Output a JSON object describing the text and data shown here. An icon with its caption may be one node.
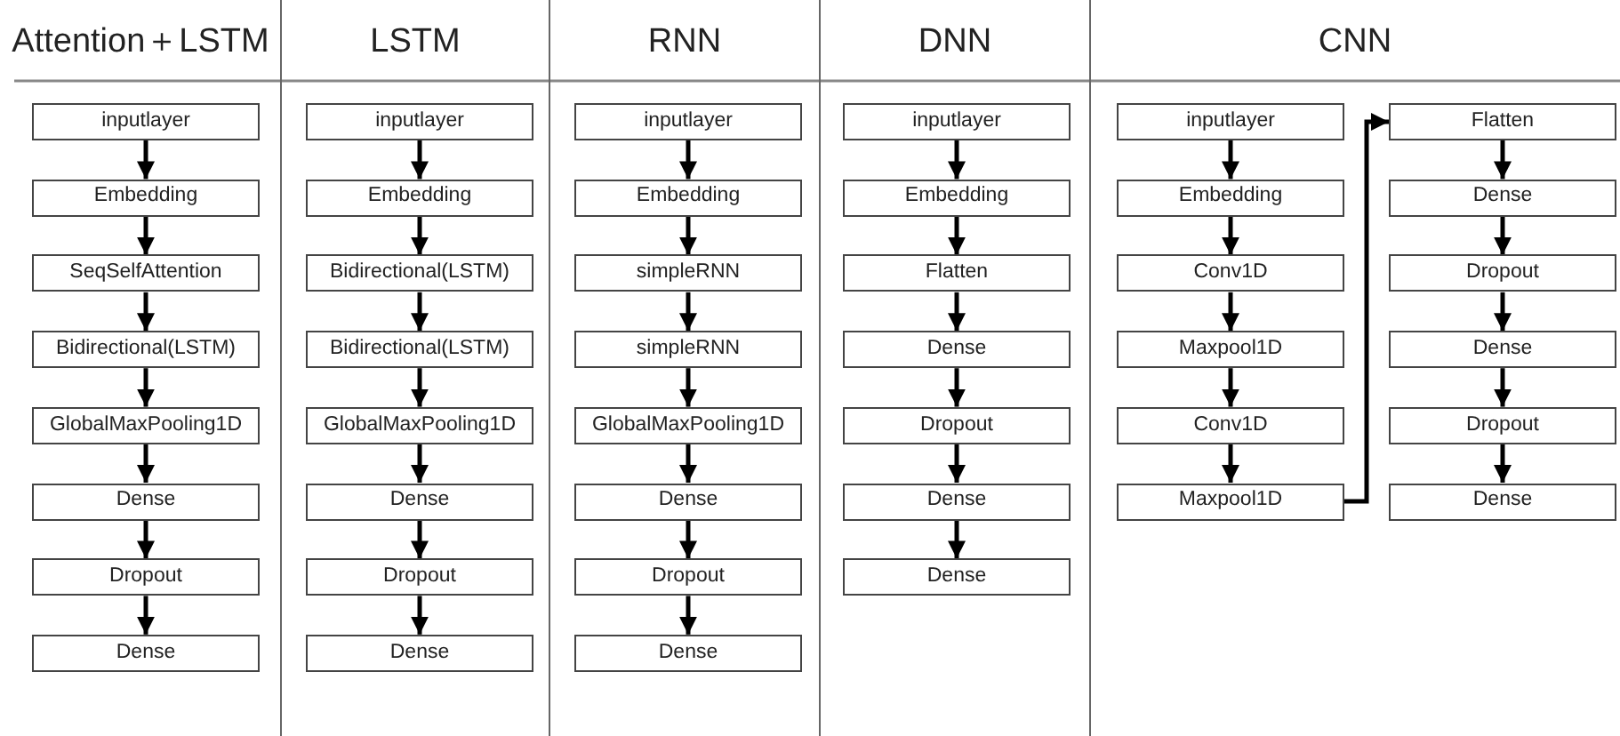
{
  "diagram": {
    "nodes": [
      {
        "text": [
          "inputlayer"
        ]
      },
      {
        "text": [
          "Embedding"
        ]
      },
      {
        "text": [
          "SeqSelfAttention"
        ]
      },
      {
        "text": [
          "Bidirectional(LSTM)"
        ]
      },
      {
        "text": [
          "GlobalMaxPooling1D"
        ]
      },
      {
        "text": [
          "Dense"
        ]
      },
      {
        "text": [
          "Dropout"
        ]
      },
      {
        "text": [
          "Dense"
        ]
      },
      {
        "text": [
          "inputlayer"
        ]
      },
      {
        "text": [
          "Embedding"
        ]
      },
      {
        "text": [
          "Bidirectional(LSTM)"
        ]
      },
      {
        "text": [
          "Bidirectional(LSTM)"
        ]
      },
      {
        "text": [
          "GlobalMaxPooling1D"
        ]
      },
      {
        "text": [
          "Dense"
        ]
      },
      {
        "text": [
          "Dropout"
        ]
      },
      {
        "text": [
          "Dense"
        ]
      },
      {
        "text": [
          "inputlayer"
        ]
      },
      {
        "text": [
          "Embedding"
        ]
      },
      {
        "text": [
          "simpleRNN"
        ]
      },
      {
        "text": [
          "simpleRNN"
        ]
      },
      {
        "text": [
          "GlobalMaxPooling1D"
        ]
      },
      {
        "text": [
          "Dense"
        ]
      },
      {
        "text": [
          "Dropout"
        ]
      },
      {
        "text": [
          "Dense"
        ]
      },
      {
        "text": [
          "inputlayer"
        ]
      },
      {
        "text": [
          "Embedding"
        ]
      },
      {
        "text": [
          "Flatten"
        ]
      },
      {
        "text": [
          "Dense"
        ]
      },
      {
        "text": [
          "Dropout"
        ]
      },
      {
        "text": [
          "Dense"
        ]
      },
      {
        "text": [
          "Dense"
        ]
      },
      {
        "text": [
          "inputlayer"
        ]
      },
      {
        "text": [
          "Embedding"
        ]
      },
      {
        "text": [
          "Conv1D"
        ]
      },
      {
        "text": [
          "Maxpool1D"
        ]
      },
      {
        "text": [
          "Conv1D"
        ]
      },
      {
        "text": [
          "Maxpool1D"
        ]
      },
      {
        "text": [
          "Flatten"
        ]
      },
      {
        "text": [
          "Dense"
        ]
      },
      {
        "text": [
          "Dropout"
        ]
      },
      {
        "text": [
          "Dense"
        ]
      },
      {
        "text": [
          "Dropout"
        ]
      },
      {
        "text": [
          "Dense"
        ]
      }
    ],
    "edges": [
      {
        "from": 0,
        "to": 1,
        "arrow": "to"
      },
      {
        "from": 1,
        "to": 2,
        "arrow": "to"
      },
      {
        "from": 2,
        "to": 3,
        "arrow": "to"
      },
      {
        "from": 3,
        "to": 4,
        "arrow": "to"
      },
      {
        "from": 4,
        "to": 5,
        "arrow": "to"
      },
      {
        "from": 5,
        "to": 6,
        "arrow": "to"
      },
      {
        "from": 6,
        "to": 7,
        "arrow": "to"
      },
      {
        "from": 8,
        "to": 9,
        "arrow": "to"
      },
      {
        "from": 9,
        "to": 10,
        "arrow": "to"
      },
      {
        "from": 10,
        "to": 11,
        "arrow": "to"
      },
      {
        "from": 11,
        "to": 12,
        "arrow": "to"
      },
      {
        "from": 12,
        "to": 13,
        "arrow": "to"
      },
      {
        "from": 13,
        "to": 14,
        "arrow": "to"
      },
      {
        "from": 14,
        "to": 15,
        "arrow": "to"
      },
      {
        "from": 16,
        "to": 17,
        "arrow": "to"
      },
      {
        "from": 17,
        "to": 18,
        "arrow": "to"
      },
      {
        "from": 18,
        "to": 19,
        "arrow": "to"
      },
      {
        "from": 19,
        "to": 20,
        "arrow": "to"
      },
      {
        "from": 20,
        "to": 21,
        "arrow": "to"
      },
      {
        "from": 21,
        "to": 22,
        "arrow": "to"
      },
      {
        "from": 22,
        "to": 23,
        "arrow": "to"
      },
      {
        "from": 24,
        "to": 25,
        "arrow": "to"
      },
      {
        "from": 25,
        "to": 26,
        "arrow": "to"
      },
      {
        "from": 26,
        "to": 27,
        "arrow": "to"
      },
      {
        "from": 27,
        "to": 28,
        "arrow": "to"
      },
      {
        "from": 28,
        "to": 29,
        "arrow": "to"
      },
      {
        "from": 29,
        "to": 30,
        "arrow": "to"
      },
      {
        "from": 31,
        "to": 32,
        "arrow": "to"
      },
      {
        "from": 32,
        "to": 33,
        "arrow": "to"
      },
      {
        "from": 33,
        "to": 34,
        "arrow": "to"
      },
      {
        "from": 34,
        "to": 35,
        "arrow": "to"
      },
      {
        "from": 35,
        "to": 36,
        "arrow": "to"
      },
      {
        "from": 36,
        "to": 37,
        "arrow": "to"
      },
      {
        "from": 37,
        "to": 38,
        "arrow": "to"
      },
      {
        "from": 38,
        "to": 39,
        "arrow": "to"
      },
      {
        "from": 39,
        "to": 40,
        "arrow": "to"
      },
      {
        "from": 40,
        "to": 41,
        "arrow": "to"
      },
      {
        "from": 41,
        "to": 42,
        "arrow": "to"
      }
    ],
    "labels": [
      "Attention＋LSTM",
      "LSTM",
      "RNN",
      "DNN",
      "CNN"
    ]
  }
}
